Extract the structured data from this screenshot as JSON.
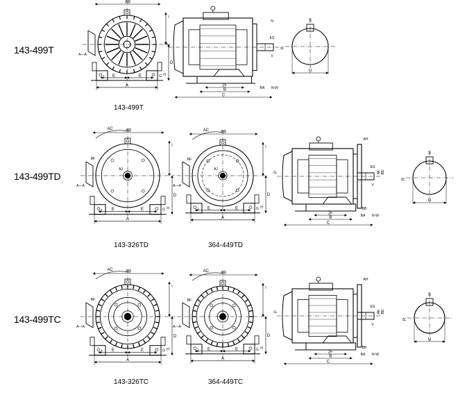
{
  "rows": [
    {
      "label": "143-499T",
      "captions": [
        "143-499T"
      ]
    },
    {
      "label": "143-499TD",
      "captions": [
        "143-326TD",
        "364-449TD"
      ]
    },
    {
      "label": "143-499TC",
      "captions": [
        "143-326TC",
        "364-449TC"
      ]
    }
  ],
  "dims": {
    "AB": "AB",
    "AC": "AC",
    "BF": "BF",
    "AJ": "AJ",
    "A": "A",
    "E": "E",
    "J": "J",
    "G": "G",
    "H": "H",
    "D": "D",
    "I": "I",
    "K": "K",
    "P": "P",
    "C": "C",
    "B": "B",
    "F2F": "2F",
    "BA": "BA",
    "NW": "N-W",
    "N": "N",
    "ES": "ES",
    "V": "V",
    "U": "U",
    "S": "S",
    "R": "R",
    "AH": "AH",
    "AK": "AK",
    "BB": "BB",
    "BD": "BD",
    "AA": "A—A"
  }
}
